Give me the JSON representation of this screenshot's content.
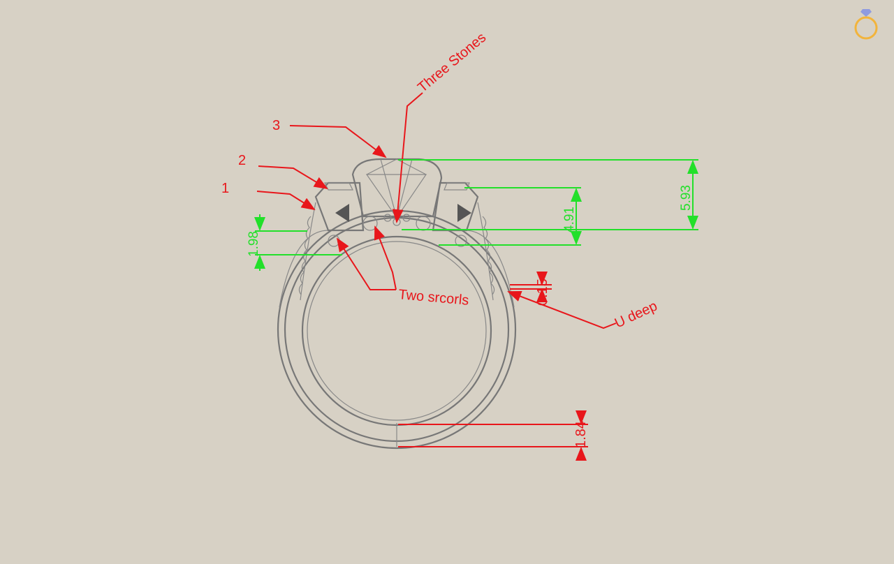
{
  "labels": {
    "three_stones": "Three Stones",
    "stone_3": "3",
    "stone_2": "2",
    "stone_1": "1",
    "two_scrolls": "Two srcorls",
    "u_deep": "U deep"
  },
  "dimensions": {
    "d_198": "1.98",
    "d_491": "4.91",
    "d_593": "5.93",
    "d_015": "0.15",
    "d_184": "1.84"
  },
  "colors": {
    "annotation": "#e8161b",
    "dimension": "#22e02a",
    "background": "#d7d1c5",
    "logo": "#f2b43c"
  },
  "logo_icon": "ring-with-diamond-icon"
}
